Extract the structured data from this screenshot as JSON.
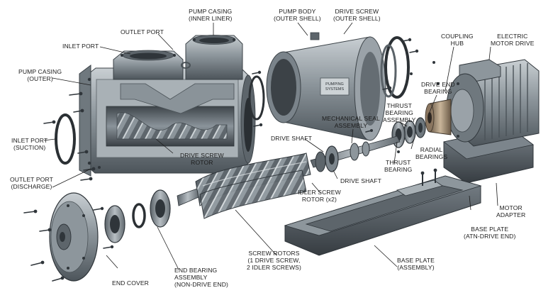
{
  "labels": {
    "pump_casing_inner": [
      "PUMP CASING",
      "(INNER LINER)"
    ],
    "outlet_port": [
      "OUTLET PORT"
    ],
    "inlet_port": [
      "INLET PORT"
    ],
    "pump_casing_outer": [
      "PUMP CASING",
      "(OUTER)"
    ],
    "inlet_port_suction": [
      "INLET PORT",
      "(SUCTION)"
    ],
    "outlet_port_discharge": [
      "OUTLET PORT",
      "(DISCHARGE)"
    ],
    "pump_body": [
      "PUMP BODY",
      "(OUTER SHELL)"
    ],
    "drive_screw_outer": [
      "DRIVE SCREW",
      "(OUTER SHELL)"
    ],
    "coupling_hub": [
      "COUPLING",
      "HUB"
    ],
    "electric_motor": [
      "ELECTRIC",
      "MOTOR DRIVE"
    ],
    "drive_end_bearing": [
      "DRIVE END",
      "BEARING"
    ],
    "thrust_bearing_assembly": [
      "THRUST",
      "BEARING",
      "ASSEMBLY"
    ],
    "mechanical_seal": [
      "MECHANICAL SEAL",
      "ASSEMBLY"
    ],
    "drive_shaft_upper": [
      "DRIVE SHAFT"
    ],
    "drive_screw_rotor": [
      "DRIVE SCREW",
      "ROTOR"
    ],
    "radial_bearings": [
      "RADIAL",
      "BEARINGS"
    ],
    "thrust_bearing": [
      "THRUST",
      "BEARING"
    ],
    "drive_shaft_lower": [
      "DRIVE SHAFT"
    ],
    "idler_screw_rotor": [
      "IDLER SCREW",
      "ROTOR (x2)"
    ],
    "motor_adapter": [
      "MOTOR",
      "ADAPTER"
    ],
    "base_plate_drive": [
      "BASE PLATE",
      "(ATN-DRIVE END)"
    ],
    "screw_rotors": [
      "SCREW ROTORS",
      "(1 DRIVE SCREW,",
      "2 IDLER SCREWS)"
    ],
    "base_plate_assembly": [
      "BASE PLATE",
      "(ASSEMBLY)"
    ],
    "end_bearing_assembly": [
      "END BEARING",
      "ASSEMBLY",
      "(NON-DRIVE END)"
    ],
    "end_cover": [
      "END COVER"
    ]
  },
  "nameplate": [
    "PUMPING",
    "SYSTEMS"
  ],
  "colors": {
    "metal_dark": "#4f575e",
    "metal_mid": "#7c858c",
    "metal_light": "#b9c0c5",
    "casing_cut": "#a8b0b5",
    "leader": "#1c1c1c",
    "text": "#1c1c1c"
  }
}
